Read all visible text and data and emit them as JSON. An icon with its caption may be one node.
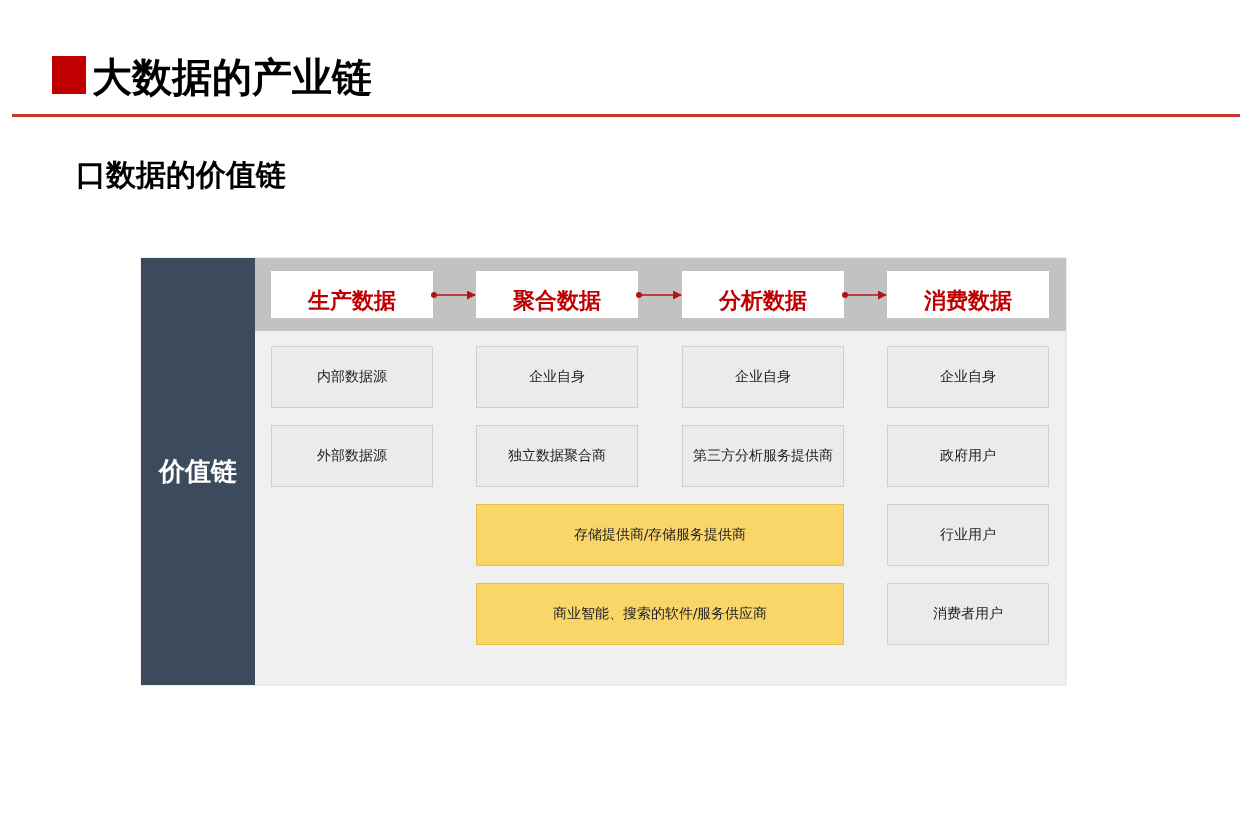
{
  "diagram": {
    "title": "大数据的产业链",
    "nodes": [
      {
        "text": [
          "价值链"
        ]
      },
      {
        "text": [
          "生产数据"
        ]
      },
      {
        "text": [
          "聚合数据"
        ]
      },
      {
        "text": [
          "分析数据"
        ]
      },
      {
        "text": [
          "消费数据"
        ]
      },
      {
        "text": [
          "内部数据源"
        ]
      },
      {
        "text": [
          "企业自身"
        ]
      },
      {
        "text": [
          "企业自身"
        ]
      },
      {
        "text": [
          "企业自身"
        ]
      },
      {
        "text": [
          "外部数据源"
        ]
      },
      {
        "text": [
          "独立数据聚合商"
        ]
      },
      {
        "text": [
          "第三方分析服务提供商"
        ]
      },
      {
        "text": [
          "政府用户"
        ]
      },
      {
        "text": [
          "存储提供商/存储服务提供商"
        ]
      },
      {
        "text": [
          "行业用户"
        ]
      },
      {
        "text": [
          "商业智能、搜索的软件/服务供应商"
        ]
      },
      {
        "text": [
          "消费者用户"
        ]
      }
    ],
    "edges": [
      {
        "from": 1,
        "to": 2,
        "arrow": "to"
      },
      {
        "from": 2,
        "to": 3,
        "arrow": "to"
      },
      {
        "from": 3,
        "to": 4,
        "arrow": "to"
      }
    ],
    "labels": [
      "口数据的价值链"
    ]
  }
}
